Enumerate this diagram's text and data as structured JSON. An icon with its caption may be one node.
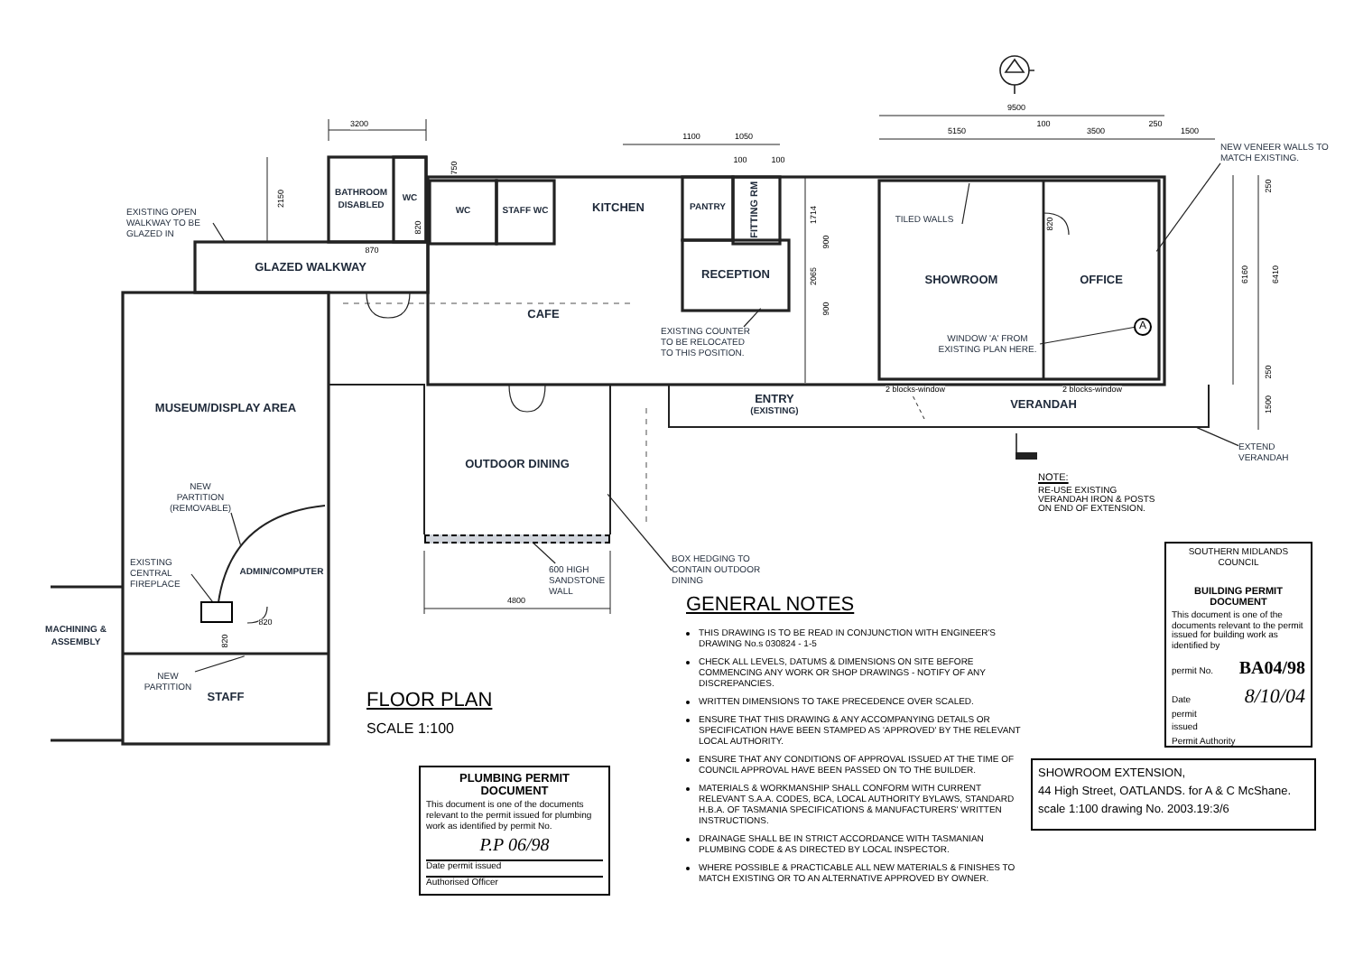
{
  "diagram": {
    "title": "FLOOR PLAN",
    "nodes": [
      {
        "text": [
          "BATHROOM DISABLED"
        ]
      },
      {
        "text": [
          "WC"
        ]
      },
      {
        "text": [
          "WC"
        ]
      },
      {
        "text": [
          "STAFF WC"
        ]
      },
      {
        "text": [
          "KITCHEN"
        ]
      },
      {
        "text": [
          "PANTRY"
        ]
      },
      {
        "text": [
          "FITTING RM"
        ]
      },
      {
        "text": [
          "RECEPTION"
        ]
      },
      {
        "text": [
          "GLAZED WALKWAY"
        ]
      },
      {
        "text": [
          "CAFE"
        ]
      },
      {
        "text": [
          "SHOWROOM"
        ]
      },
      {
        "text": [
          "OFFICE"
        ]
      },
      {
        "text": [
          "ENTRY",
          "(EXISTING)"
        ]
      },
      {
        "text": [
          "VERANDAH"
        ]
      },
      {
        "text": [
          "MUSEUM/DISPLAY AREA"
        ]
      },
      {
        "text": [
          "ADMIN/COMPUTER"
        ]
      },
      {
        "text": [
          "STAFF"
        ]
      },
      {
        "text": [
          "OUTDOOR DINING"
        ]
      },
      {
        "text": [
          "MACHINING & ASSEMBLY"
        ]
      },
      {
        "text": [
          "EXISTING OPEN WALKWAY TO BE GLAZED IN"
        ]
      },
      {
        "text": [
          "EXISTING COUNTER TO BE RELOCATED TO THIS POSITION."
        ]
      },
      {
        "text": [
          "TILED WALLS"
        ],
        "in": 10
      },
      {
        "text": [
          "NEW VENEER WALLS TO MATCH EXISTING."
        ]
      },
      {
        "text": [
          "WINDOW 'A' FROM EXISTING PLAN HERE."
        ],
        "in": 10
      },
      {
        "text": [
          "A"
        ],
        "in": 11
      },
      {
        "text": [
          "EXTEND VERANDAH"
        ]
      },
      {
        "text": [
          "NEW PARTITION (REMOVABLE)"
        ],
        "in": 14
      },
      {
        "text": [
          "EXISTING CENTRAL FIREPLACE"
        ]
      },
      {
        "text": [],
        "shape": "box"
      },
      {
        "text": [
          "NEW PARTITION"
        ],
        "in": 16
      },
      {
        "text": [
          "600 HIGH SANDSTONE WALL"
        ]
      },
      {
        "text": [
          "BOX HEDGING TO CONTAIN OUTDOOR DINING"
        ]
      },
      {
        "text": [
          "PLUMBING PERMIT DOCUMENT",
          "This document is one of the documents relevant to the permit issued for plumbing work as identified by permit No.",
          "P.P 06/98",
          "Date permit issued",
          "Authorised Officer"
        ]
      },
      {
        "text": [
          "SOUTHERN MIDLANDS COUNCIL",
          "BUILDING PERMIT DOCUMENT",
          "This document is one of the documents relevant to the permit issued for building work as identified by",
          "permit No.",
          "BA04/98",
          "Date permit issued",
          "8/10/04",
          "Permit Authority"
        ]
      },
      {
        "text": [
          "SHOWROOM EXTENSION,",
          "44 High Street, OATLANDS. for A & C McShane.",
          "scale 1:100 drawing No. 2003.19:3/6"
        ]
      },
      {
        "text": [],
        "shape": "bar"
      }
    ],
    "edges": [
      {
        "from": 19,
        "to": 8,
        "arrow": "none"
      },
      {
        "from": 20,
        "to": 7,
        "arrow": "none"
      },
      {
        "from": 21,
        "to": 10,
        "arrow": "none"
      },
      {
        "from": 22,
        "to": 11,
        "arrow": "none"
      },
      {
        "from": 23,
        "to": 24,
        "arrow": "none"
      },
      {
        "from": 25,
        "to": 13,
        "arrow": "none"
      },
      {
        "from": 26,
        "to": 15,
        "arrow": "none"
      },
      {
        "from": 27,
        "to": 28,
        "arrow": "none"
      },
      {
        "from": 29,
        "to": 16,
        "arrow": "none"
      },
      {
        "from": 30,
        "to": 35,
        "arrow": "none"
      },
      {
        "from": 31,
        "to": 17,
        "arrow": "none"
      }
    ],
    "labels": [
      "3200",
      "1100",
      "1050",
      "9500",
      "5150",
      "100",
      "3500",
      "250",
      "1500",
      "100",
      "100",
      "750",
      "2150",
      "250",
      "1714",
      "6160",
      "6410",
      "820",
      "900",
      "820",
      "870",
      "2065",
      "900",
      "250",
      "2 blocks-window",
      "2 blocks-window",
      "1500",
      "NOTE:",
      "RE-USE EXISTING VERANDAH IRON & POSTS ON END OF EXTENSION.",
      "820",
      "820",
      "4800",
      "GENERAL NOTES",
      "THIS DRAWING IS TO BE READ IN CONJUNCTION WITH ENGINEER'S DRAWING No.s 030824 - 1-5",
      "CHECK ALL LEVELS, DATUMS & DIMENSIONS ON SITE BEFORE COMMENCING ANY WORK OR SHOP DRAWINGS - NOTIFY OF ANY DISCREPANCIES.",
      "WRITTEN DIMENSIONS TO TAKE PRECEDENCE OVER SCALED.",
      "ENSURE THAT THIS DRAWING & ANY ACCOMPANYING DETAILS OR SPECIFICATION HAVE BEEN STAMPED AS 'APPROVED' BY THE RELEVANT LOCAL AUTHORITY.",
      "ENSURE THAT ANY CONDITIONS OF APPROVAL ISSUED AT THE TIME OF COUNCIL APPROVAL HAVE BEEN PASSED ON TO THE BUILDER.",
      "MATERIALS & WORKMANSHIP SHALL CONFORM WITH CURRENT RELEVANT S.A.A. CODES, BCA, LOCAL AUTHORITY BYLAWS, STANDARD H.B.A. OF TASMANIA SPECIFICATIONS & MANUFACTURERS' WRITTEN INSTRUCTIONS.",
      "DRAINAGE SHALL BE IN STRICT ACCORDANCE WITH TASMANIAN PLUMBING CODE & AS DIRECTED BY LOCAL INSPECTOR.",
      "WHERE POSSIBLE & PRACTICABLE ALL NEW MATERIALS & FINISHES TO MATCH EXISTING OR TO AN ALTERNATIVE APPROVED BY OWNER.",
      "SCALE 1:100"
    ]
  }
}
